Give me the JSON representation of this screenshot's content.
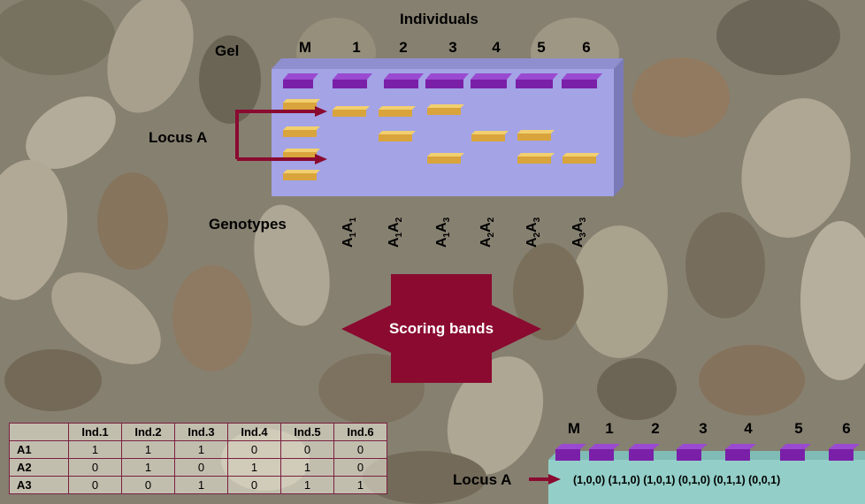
{
  "gel": {
    "title": "Individuals",
    "gel_label": "Gel",
    "lanes": [
      "M",
      "1",
      "2",
      "3",
      "4",
      "5",
      "6"
    ],
    "locus_label": "Locus A",
    "genotypes_label": "Genotypes",
    "genotypes": [
      {
        "a": "A",
        "s1": "1",
        "b": "A",
        "s2": "1"
      },
      {
        "a": "A",
        "s1": "1",
        "b": "A",
        "s2": "2"
      },
      {
        "a": "A",
        "s1": "1",
        "b": "A",
        "s2": "3"
      },
      {
        "a": "A",
        "s1": "2",
        "b": "A",
        "s2": "2"
      },
      {
        "a": "A",
        "s1": "2",
        "b": "A",
        "s2": "3"
      },
      {
        "a": "A",
        "s1": "3",
        "b": "A",
        "s2": "3"
      }
    ],
    "plate_color": "#a3a3e6",
    "well_color": "#7a1fa8",
    "band_color": "#d9a43c",
    "arrow_color": "#8a0a30"
  },
  "arrow": {
    "label": "Scoring bands",
    "color": "#8a0a30"
  },
  "table": {
    "headers": [
      "",
      "Ind.1",
      "Ind.2",
      "Ind.3",
      "Ind.4",
      "Ind.5",
      "Ind.6"
    ],
    "rows": [
      {
        "label": "A1",
        "values": [
          "1",
          "1",
          "1",
          "0",
          "0",
          "0"
        ]
      },
      {
        "label": "A2",
        "values": [
          "0",
          "1",
          "0",
          "1",
          "1",
          "0"
        ]
      },
      {
        "label": "A3",
        "values": [
          "0",
          "0",
          "1",
          "0",
          "1",
          "1"
        ]
      }
    ]
  },
  "small_gel": {
    "lanes": [
      "M",
      "1",
      "2",
      "3",
      "4",
      "5",
      "6"
    ],
    "locus_label": "Locus A",
    "codes": [
      "(1,0,0)",
      "(1,1,0)",
      "(1,0,1)",
      "(0,1,0)",
      "(0,1,1)",
      "(0,0,1)"
    ],
    "plate_color": "#93cfc8"
  }
}
